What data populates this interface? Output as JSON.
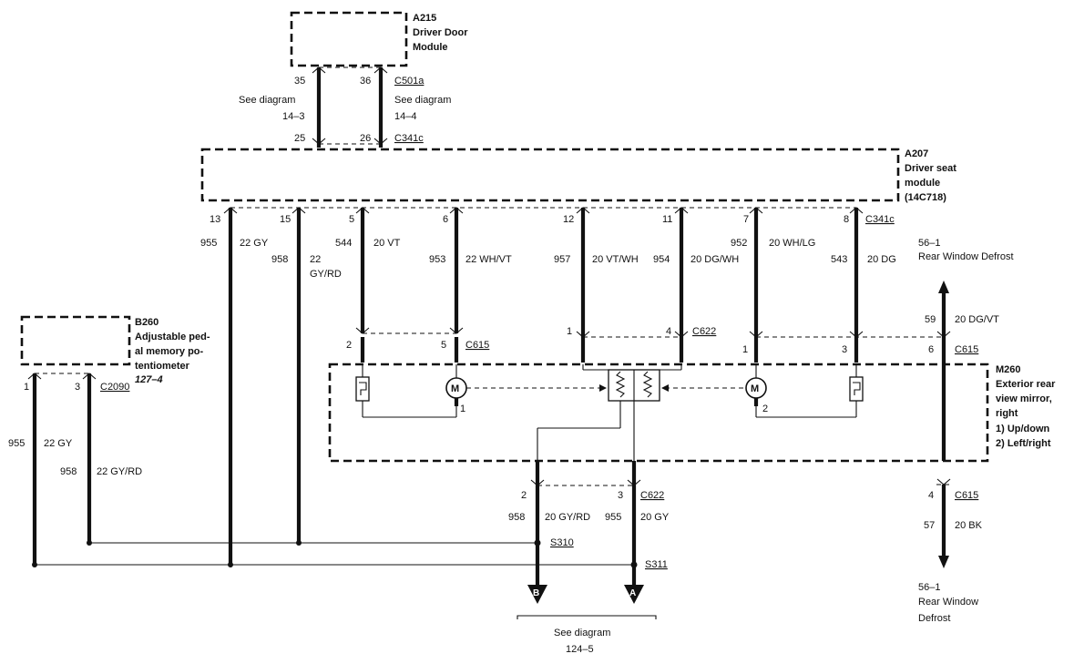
{
  "components": {
    "a215": {
      "id": "A215",
      "lines": [
        "Driver Door",
        "Module"
      ]
    },
    "a207": {
      "id": "A207",
      "lines": [
        "Driver seat",
        "module",
        "(14C718)"
      ]
    },
    "b260": {
      "id": "B260",
      "lines": [
        "Adjustable ped-",
        "al memory po-",
        "tentiometer"
      ],
      "ref": "127–4"
    },
    "m260": {
      "id": "M260",
      "lines": [
        "Exterior rear",
        "view mirror,",
        "right"
      ],
      "functions": [
        "1)  Up/down",
        "2)  Left/right"
      ]
    }
  },
  "top_section": {
    "pins_top": [
      "35",
      "36"
    ],
    "connector_top": "C501a",
    "see_left": [
      "See diagram",
      "14–3"
    ],
    "see_right": [
      "See diagram",
      "14–4"
    ],
    "pins_bottom": [
      "25",
      "26"
    ],
    "connector_bottom": "C341c"
  },
  "seat_pins": [
    {
      "pin": "13",
      "circuit": "955",
      "color": "22 GY"
    },
    {
      "pin": "15",
      "circuit": "958",
      "color": "22",
      "color2": "GY/RD"
    },
    {
      "pin": "5",
      "circuit": "544",
      "color": "20 VT"
    },
    {
      "pin": "6",
      "circuit": "953",
      "color": "22 WH/VT"
    },
    {
      "pin": "12",
      "circuit": "957",
      "color": "20 VT/WH"
    },
    {
      "pin": "11",
      "circuit": "954",
      "color": "20 DG/WH"
    },
    {
      "pin": "7",
      "circuit": "952",
      "color": "20 WH/LG"
    },
    {
      "pin": "8",
      "circuit": "543",
      "color": "20 DG"
    }
  ],
  "seat_connector": "C341c",
  "rear_defrost_top": {
    "ref": "56–1",
    "label": "Rear Window Defrost"
  },
  "defrost_wire": {
    "circuit": "59",
    "color": "20 DG/VT",
    "pin": "6",
    "connector": "C615"
  },
  "mirror_connectors": {
    "c615_left": {
      "pins": [
        "2",
        "5"
      ],
      "name": "C615"
    },
    "c622_top": {
      "pins": [
        "1",
        "4"
      ],
      "name": "C622"
    },
    "c615_right": {
      "pins": [
        "1",
        "3"
      ],
      "name": "C615"
    }
  },
  "motor": {
    "symbol": "M",
    "pin_left": "1",
    "pin_right": "2"
  },
  "b260_wires": {
    "pins": [
      "1",
      "3"
    ],
    "connector": "C2090",
    "left": {
      "circuit": "955",
      "color": "22 GY"
    },
    "right": {
      "circuit": "958",
      "color": "22 GY/RD"
    }
  },
  "bottom_wires": {
    "pins": [
      "2",
      "3"
    ],
    "connector": "C622",
    "left": {
      "circuit": "958",
      "color": "20 GY/RD"
    },
    "right": {
      "circuit": "955",
      "color": "20 GY"
    }
  },
  "ground": {
    "pin": "4",
    "connector": "C615",
    "circuit": "57",
    "color": "20 BK"
  },
  "splices": [
    "S310",
    "S311"
  ],
  "arrows": [
    "B",
    "A"
  ],
  "see_bottom": [
    "See diagram",
    "124–5"
  ],
  "rear_defrost_bottom": {
    "ref": "56–1",
    "lines": [
      "Rear Window",
      "Defrost"
    ]
  }
}
